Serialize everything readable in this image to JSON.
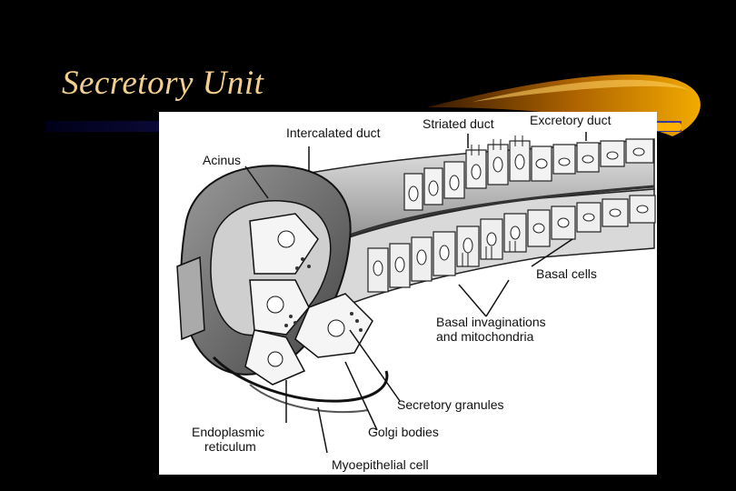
{
  "slide": {
    "title": "Secretory Unit",
    "accent_color": "#f3cf8e",
    "background_color": "#000000"
  },
  "diagram": {
    "labels": {
      "intercalated_duct": "Intercalated duct",
      "striated_duct": "Striated duct",
      "excretory_duct": "Excretory duct",
      "acinus": "Acinus",
      "basal_cells": "Basal cells",
      "basal_invaginations_line1": "Basal invaginations",
      "basal_invaginations_line2": "and mitochondria",
      "secretory_granules": "Secretory granules",
      "endoplasmic_line1": "Endoplasmic",
      "endoplasmic_line2": "reticulum",
      "golgi_bodies": "Golgi bodies",
      "myoepithelial_cell": "Myoepithelial cell"
    }
  }
}
